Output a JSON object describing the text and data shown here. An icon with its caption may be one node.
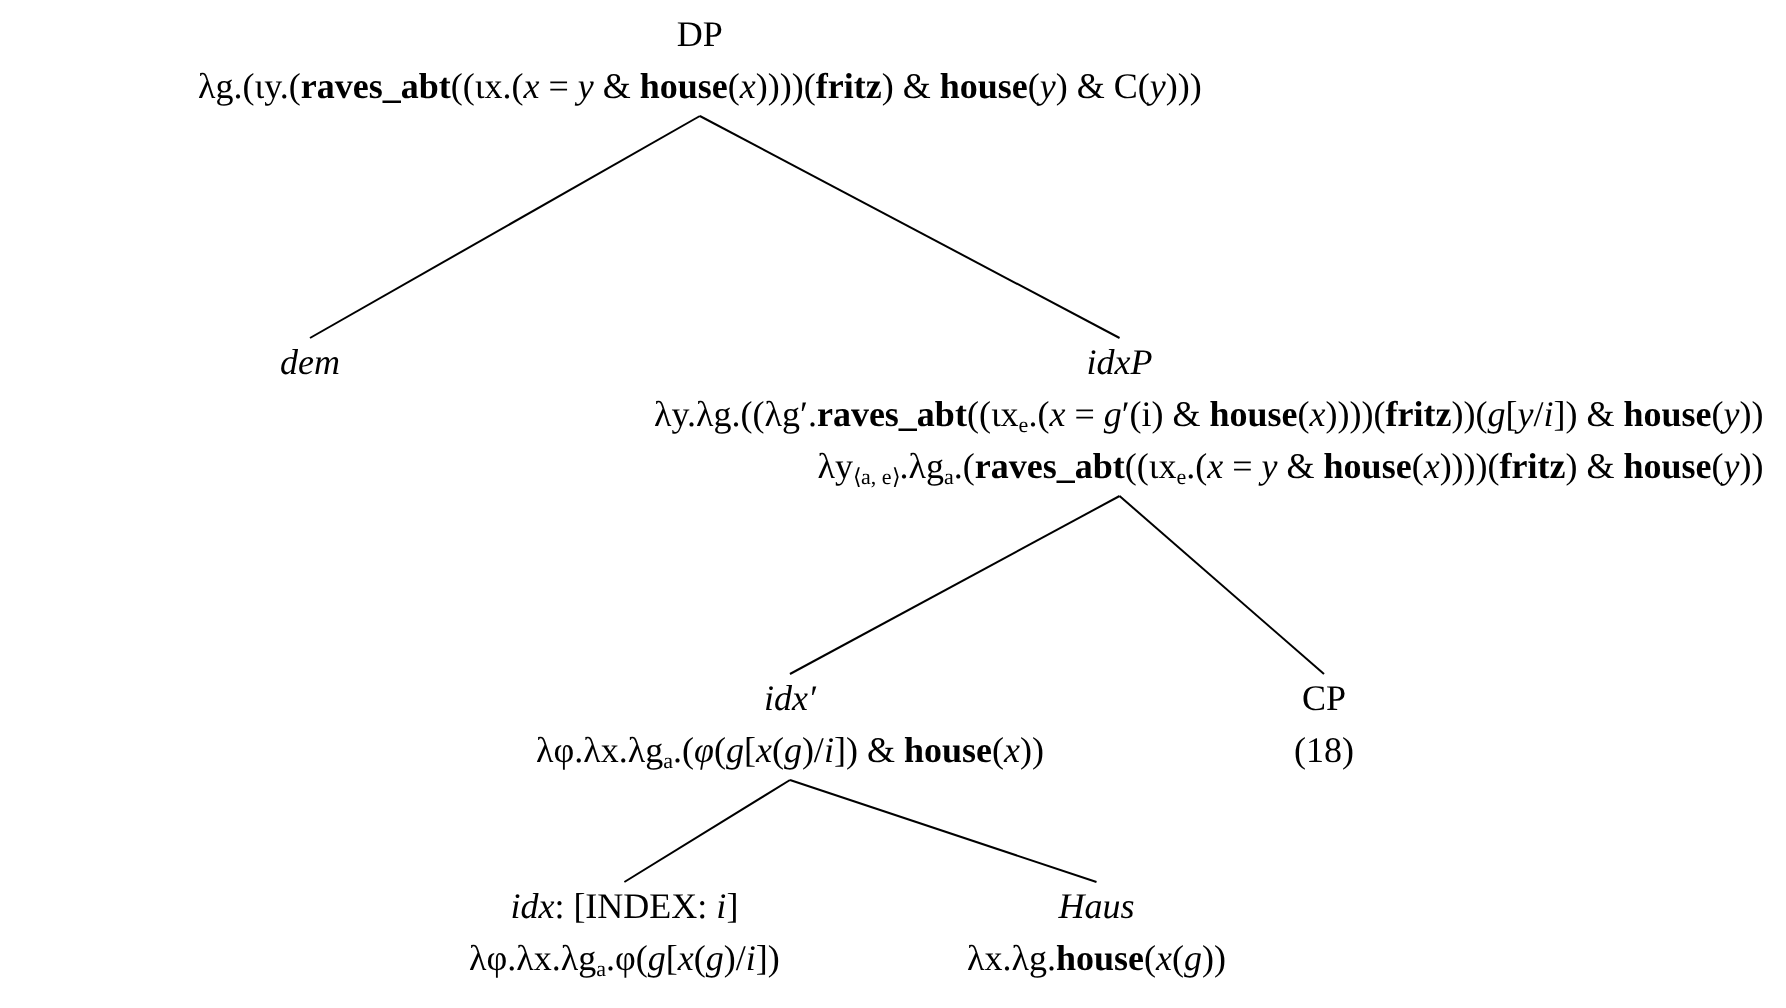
{
  "diagram": {
    "nodes": [
      {
        "text": [
          "DP",
          "λg.(ιy.(**raves_abt**((ιx.(*x* = *y* & **house**(*x*))))(**fritz**) & **house**(*y*) & C(*y*)))"
        ]
      },
      {
        "text": [
          "dem"
        ]
      },
      {
        "text": [
          "idxP",
          "λy.λg.((λg′.**raves_abt**((ιx$_{e}$.(*x* = *g*′(i) & **house**(*x*))))(**fritz**))(*g*[*y*/*i*]) & **house**(*y*))",
          "λy$_{⟨a, e⟩}$.λg$_{a}$.(**raves_abt**((ιx$_{e}$.(*x* = *y* & **house**(*x*))))(**fritz**) & **house**(*y*))"
        ]
      },
      {
        "text": [
          "idx′",
          "λφ.λx.λg$_{a}$.(*φ*(*g*[*x*(*g*)/*i*]) & **house**(*x*))"
        ]
      },
      {
        "text": [
          "CP",
          "(18)"
        ]
      },
      {
        "text": [
          "*idx*: [INDEX: *i*]",
          "λφ.λx.λg$_{a}$.φ(*g*[*x*(*g*)/*i*])"
        ]
      },
      {
        "text": [
          "Haus",
          "λx.λg.**house**(*x*(*g*))"
        ]
      }
    ],
    "edges": [
      {
        "from": 0,
        "to": 1,
        "arrow": "none"
      },
      {
        "from": 0,
        "to": 2,
        "arrow": "none"
      },
      {
        "from": 2,
        "to": 3,
        "arrow": "none"
      },
      {
        "from": 2,
        "to": 4,
        "arrow": "none"
      },
      {
        "from": 3,
        "to": 5,
        "arrow": "none"
      },
      {
        "from": 3,
        "to": 6,
        "arrow": "none"
      }
    ]
  }
}
